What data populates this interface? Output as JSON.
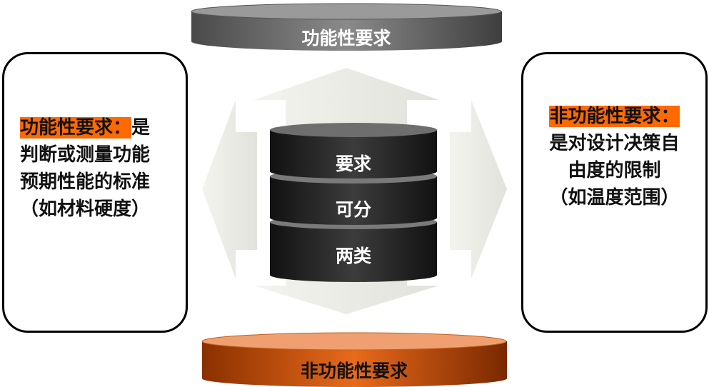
{
  "top_cylinder": {
    "label": "功能性要求"
  },
  "bottom_cylinder": {
    "label": "非功能性要求"
  },
  "center_stack": {
    "layers": [
      "要求",
      "可分",
      "两类"
    ]
  },
  "left_box": {
    "highlight": "功能性要求：",
    "lines": [
      "是",
      "判断或测量功能",
      "预期性能的标准",
      "（如材料硬度）"
    ]
  },
  "right_box": {
    "highlight": "非功能性要求：",
    "lines": [
      "是对设计决策自",
      "由度的限制",
      "（如温度范围）"
    ]
  },
  "colors": {
    "highlight": "#ff6a00",
    "top_cylinder": "#6a6a6a",
    "bottom_cylinder": "#c8500a",
    "stack": "#2a2a2a"
  }
}
